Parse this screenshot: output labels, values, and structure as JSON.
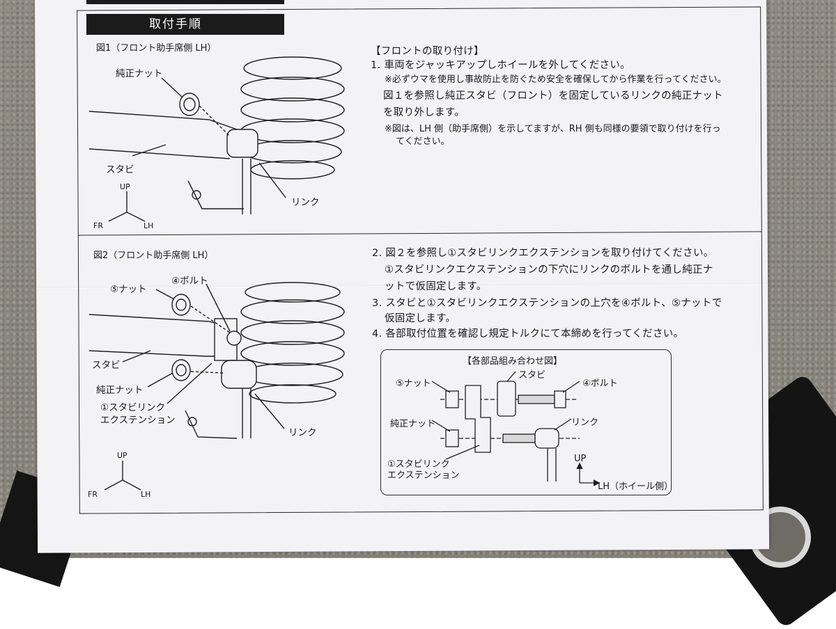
{
  "header": {
    "title": "取付手順"
  },
  "fig1": {
    "caption": "図1（フロント助手席側 LH）",
    "labels": {
      "nut": "純正ナット",
      "stabi": "スタビ",
      "link": "リンク"
    },
    "axes": {
      "up": "UP",
      "fr": "FR",
      "lh": "LH"
    }
  },
  "section1": {
    "heading": "【フロントの取り付け】",
    "step1": "1. 車両をジャッキアップしホイールを外してください。",
    "note1": "※必ずウマを使用し事故防止を防ぐため安全を確保してから作業を行ってください。",
    "line1": "図１を参照し純正スタビ（フロント）を固定しているリンクの純正ナット",
    "line2": "を取り外します。",
    "note2a": "※図は、LH 側（助手席側）を示してますが、RH 側も同様の要領で取り付けを行っ",
    "note2b": "てください。"
  },
  "fig2": {
    "caption": "図2（フロント助手席側 LH）",
    "labels": {
      "nut5": "⑤ナット",
      "bolt4": "④ボルト",
      "stabi": "スタビ",
      "nut": "純正ナット",
      "ext1": "①スタビリンク",
      "ext2": "エクステンション",
      "link": "リンク"
    },
    "axes": {
      "up": "UP",
      "fr": "FR",
      "lh": "LH"
    }
  },
  "section2": {
    "step2": "2. 図２を参照し①スタビリンクエクステンションを取り付けてください。",
    "step2b": "①スタビリンクエクステンションの下穴にリンクのボルトを通し純正ナ",
    "step2c": "ットで仮固定します。",
    "step3": "3. スタビと①スタビリンクエクステンションの上穴を④ボルト、⑤ナットで",
    "step3b": "仮固定します。",
    "step4": "4. 各部取付位置を確認し規定トルクにて本締めを行ってください。"
  },
  "parts_diagram": {
    "title": "【各部品組み合わせ図】",
    "labels": {
      "nut5": "⑤ナット",
      "stabi": "スタビ",
      "bolt4": "④ボルト",
      "nut": "純正ナット",
      "link": "リンク",
      "ext1": "①スタビリンク",
      "ext2": "エクステンション",
      "up": "UP",
      "lh": "LH（ホイール側）"
    }
  }
}
